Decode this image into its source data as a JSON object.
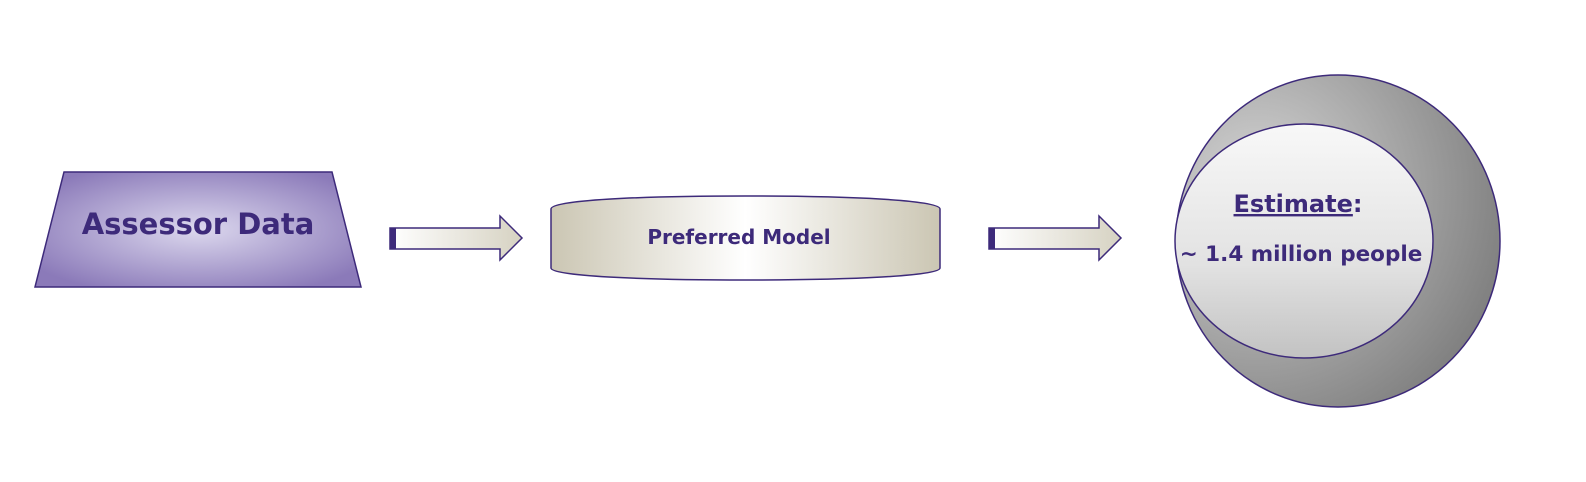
{
  "diagram": {
    "source_label": "Assessor Data",
    "model_label": "Preferred Model",
    "estimate_heading": "Estimate",
    "estimate_colon": ":",
    "estimate_value": "~ 1.4 million people"
  },
  "colors": {
    "outline": "#3d2a7a",
    "text": "#3d2a7a",
    "source_fill_center": "#dcd8ee",
    "source_fill_edge": "#8b7ab9",
    "model_fill_center": "#ffffff",
    "model_fill_edge": "#cbc6b3",
    "outer_circle_light": "#d0d0d0",
    "outer_circle_dark": "#858585",
    "inner_circle_light": "#f7f7f7",
    "inner_circle_dark": "#c4c4c4"
  }
}
